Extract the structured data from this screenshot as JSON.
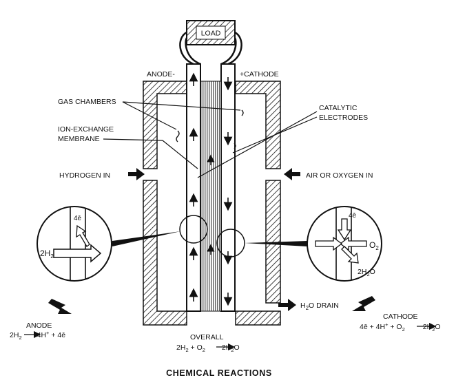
{
  "load": {
    "label": "LOAD"
  },
  "terminals": {
    "anode": "ANODE-",
    "cathode": "+CATHODE"
  },
  "callouts": {
    "gas_chambers": "GAS CHAMBERS",
    "ion_exchange_line1": "ION-EXCHANGE",
    "ion_exchange_line2": "MEMBRANE",
    "catalytic_line1": "CATALYTIC",
    "catalytic_line2": "ELECTRODES"
  },
  "inlets": {
    "hydrogen_in": "HYDROGEN IN",
    "air_or_oxygen_in": "AIR OR OXYGEN IN",
    "h2o_drain_base": "H",
    "h2o_drain_sub": "2",
    "h2o_drain_rest": "O DRAIN"
  },
  "anode_zoom": {
    "electrons": "4ē",
    "reactant_base": "2H",
    "reactant_sub": "2"
  },
  "cathode_zoom": {
    "electrons": "4ē",
    "o2_base": "O",
    "o2_sub": "2",
    "water_pre": "2H",
    "water_sub": "2",
    "water_post": "O"
  },
  "reactions": {
    "anode_title": "ANODE",
    "anode_eq_a": "2H",
    "anode_eq_a_sub": "2",
    "anode_eq_b": "4H",
    "anode_eq_b_sup": "+",
    "anode_eq_c": " + 4ē",
    "cathode_title": "CATHODE",
    "cathode_eq_a": "4ē + 4H",
    "cathode_eq_a_sup": "+",
    "cathode_eq_b": " + O",
    "cathode_eq_b_sub": "2",
    "cathode_eq_c": "2H",
    "cathode_eq_c_sub": "2",
    "cathode_eq_d": "O",
    "overall_title": "OVERALL",
    "overall_a": "2H",
    "overall_a_sub": "2",
    "overall_b": " + O",
    "overall_b_sub": "2",
    "overall_c": "2H",
    "overall_c_sub": "2",
    "overall_d": "O"
  },
  "caption": "CHEMICAL REACTIONS"
}
